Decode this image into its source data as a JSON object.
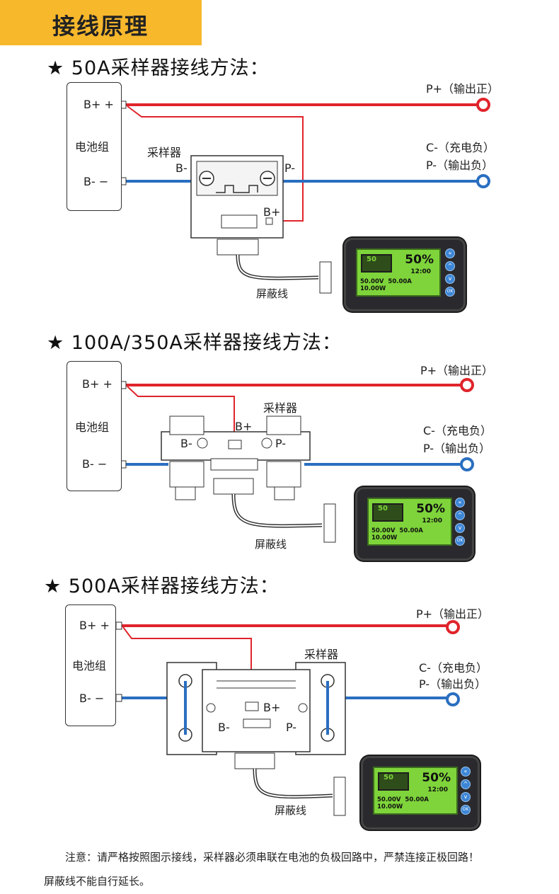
{
  "header": {
    "title": "接线原理"
  },
  "sections": [
    {
      "title": "★ 50A采样器接线方法：",
      "battery_label": "电池组",
      "bplus_label": "B+ +",
      "bminus_label": "B-  −",
      "sampler_label": "采样器",
      "sampler_bminus": "B-",
      "sampler_pminus": "P-",
      "sampler_bplus": "B+",
      "pplus_label": "P+（输出正）",
      "cminus_label": "C-（充电负）",
      "pminus_label": "P-（输出负）",
      "shield_label": "屏蔽线"
    },
    {
      "title": "★ 100A/350A采样器接线方法：",
      "battery_label": "电池组",
      "bplus_label": "B+ +",
      "bminus_label": "B-  −",
      "sampler_label": "采样器",
      "sampler_bminus": "B-",
      "sampler_pminus": "P-",
      "sampler_bplus": "B+",
      "pplus_label": "P+（输出正）",
      "cminus_label": "C-（充电负）",
      "pminus_label": "P-（输出负）",
      "shield_label": "屏蔽线"
    },
    {
      "title": "★ 500A采样器接线方法：",
      "battery_label": "电池组",
      "bplus_label": "B+ +",
      "bminus_label": "B-  −",
      "sampler_label": "采样器",
      "sampler_bminus": "B-",
      "sampler_pminus": "P-",
      "sampler_bplus": "B+",
      "pplus_label": "P+（输出正）",
      "cminus_label": "C-（充电负）",
      "pminus_label": "P-（输出负）",
      "shield_label": "屏蔽线"
    }
  ],
  "display": {
    "battery_value": "50",
    "percent": "50%",
    "time": "12:00",
    "readings": "50.00V  50.00A  10.00W",
    "buttons": [
      "«",
      "^",
      "v",
      "OK"
    ]
  },
  "colors": {
    "positive": "#e0242b",
    "negative": "#2a6fc0",
    "accent": "#f7b82c"
  },
  "note": {
    "line1": "注意：请严格按照图示接线，采样器必须串联在电池的负极回路中，严禁连接正极回路！",
    "line2": "屏蔽线不能自行延长。"
  }
}
